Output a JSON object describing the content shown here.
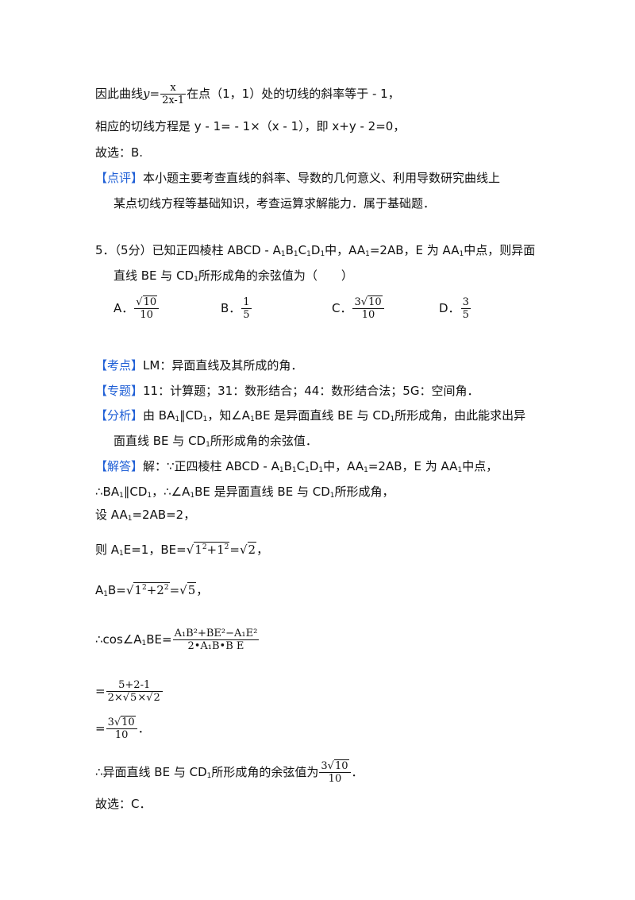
{
  "lines": {
    "l1_a": "因此曲线",
    "l1_y": "y=",
    "l1_frac_num": "x",
    "l1_frac_den": "2x-1",
    "l1_b": "在点（1，1）处的切线的斜率等于 - 1，",
    "l2": "相应的切线方程是 y - 1= - 1×（x - 1），即 x+y - 2=0，",
    "l3": "故选：B.",
    "review_tag": "【点评】",
    "review_1": "本小题主要考查直线的斜率、导数的几何意义、利用导数研究曲线上",
    "review_2": "某点切线方程等基础知识，考查运算求解能力．属于基础题．"
  },
  "question": {
    "q1_a": "5．（5分）已知正四棱柱 ABCD - A",
    "q1_b": "B",
    "q1_c": "C",
    "q1_d": "D",
    "q1_e": "中，AA",
    "q1_f": "=2AB，E 为 AA",
    "q1_g": "中点，则异面",
    "sub1": "1",
    "q2": "直线 BE 与 CD",
    "q2_b": "所形成角的余弦值为（　　）",
    "options": {
      "a_label": "A．",
      "a_num": "10",
      "a_den": "10",
      "b_label": "B．",
      "b_num": "1",
      "b_den": "5",
      "c_label": "C．",
      "c_coef": "3",
      "c_num": "10",
      "c_den": "10",
      "d_label": "D．",
      "d_num": "3",
      "d_den": "5"
    }
  },
  "analysis": {
    "kd_tag": "【考点】",
    "kd": "LM：异面直线及其所成的角．",
    "zt_tag": "【专题】",
    "zt": "11：计算题；31：数形结合；44：数形结合法；5G：空间角．",
    "fx_tag": "【分析】",
    "fx_a": "由 BA",
    "fx_b": "∥CD",
    "fx_c": "，知∠A",
    "fx_d": "BE 是异面直线 BE 与 CD",
    "fx_e": "所形成角，由此能求出异",
    "fx_2a": "面直线 BE 与 CD",
    "fx_2b": "所形成角的余弦值．",
    "jd_tag": "【解答】",
    "jd_a": "解：∵正四棱柱 ABCD - A",
    "jd_b": "中，AA",
    "jd_c": "=2AB，E 为 AA",
    "jd_d": "中点，",
    "s1_a": "∴BA",
    "s1_b": "∥CD",
    "s1_c": "，∴∠A",
    "s1_d": "BE 是异面直线 BE 与 CD",
    "s1_e": "所形成角，",
    "s2_a": "设 AA",
    "s2_b": "=2AB=2，",
    "s3_a": "则 A",
    "s3_b": "E=1，BE=",
    "s3_rad": "1",
    "s3_plus": "+1",
    "s3_eq": "=",
    "s3_r2": "2",
    "s3_end": "，",
    "s4_a": "A",
    "s4_b": "B=",
    "s4_rad": "1",
    "s4_plus": "+2",
    "s4_eq": "=",
    "s4_r5": "5",
    "s4_end": "，",
    "s5_a": "∴cos∠A",
    "s5_b": "BE=",
    "s5_num": "A₁B²+BE²−A₁E²",
    "s5_den": "2•A₁B•B E",
    "s6_eq": "=",
    "s6_num": "5+2-1",
    "s6_den_a": "2×",
    "s6_den_r5": "5",
    "s6_den_x": "×",
    "s6_den_r2": "2",
    "s7_eq": "=",
    "s7_coef": "3",
    "s7_rad": "10",
    "s7_den": "10",
    "s7_end": "．",
    "s8_a": "∴异面直线 BE 与 CD",
    "s8_b": "所形成角的余弦值为",
    "s8_coef": "3",
    "s8_rad": "10",
    "s8_den": "10",
    "s8_end": "．",
    "s9": "故选：C．",
    "sq": "2"
  }
}
